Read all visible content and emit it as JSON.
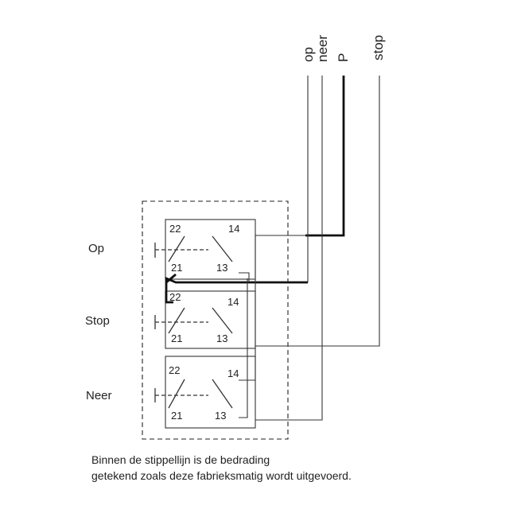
{
  "terminals_top": {
    "op": "op",
    "neer": "neer",
    "p": "P",
    "stop": "stop"
  },
  "buttons": [
    {
      "label": "Op",
      "nc_top": "22",
      "no_top": "14",
      "nc_bottom": "21",
      "no_bottom": "13"
    },
    {
      "label": "Stop",
      "nc_top": "22",
      "no_top": "14",
      "nc_bottom": "21",
      "no_bottom": "13"
    },
    {
      "label": "Neer",
      "nc_top": "22",
      "no_top": "14",
      "nc_bottom": "21",
      "no_bottom": "13"
    }
  ],
  "note": {
    "line1": "Binnen de stippellijn is de bedrading",
    "line2": "getekend zoals deze fabrieksmatig wordt uitgevoerd."
  }
}
